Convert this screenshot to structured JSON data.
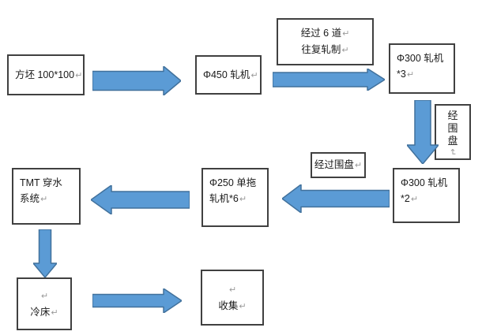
{
  "title": "Steel rolling process flowchart",
  "marks": {
    "pilcrow": "↵"
  },
  "colors": {
    "arrow_fill": "#5B9BD5",
    "arrow_border": "#41719C",
    "box_border": "#404040",
    "box_fill": "#FFFFFF",
    "text": "#1A1A1A",
    "pilcrow": "#9A9A9A",
    "background": "#FFFFFF"
  },
  "diagram": {
    "boxes": {
      "billet": {
        "lines": [
          "方坯 100*100"
        ]
      },
      "mill_450": {
        "lines": [
          "Φ450 轧机"
        ]
      },
      "pass_note": {
        "lines": [
          "经过 6 道",
          "往复轧制"
        ]
      },
      "mill_300_x3": {
        "lines": [
          "Φ300 轧机",
          "*3"
        ]
      },
      "loop_vertical": {
        "chars": [
          "经",
          "围",
          "盘"
        ]
      },
      "mill_300_x2": {
        "lines": [
          "Φ300 轧机",
          "*2"
        ]
      },
      "loop_note": {
        "lines": [
          "经过围盘"
        ]
      },
      "mill_250": {
        "lines": [
          "Φ250 单拖",
          "轧机*6"
        ]
      },
      "tmt": {
        "lines": [
          "TMT 穿水",
          "系统"
        ]
      },
      "cooling_bed": {
        "lines": [
          "冷床"
        ]
      },
      "collect": {
        "lines": [
          "收集"
        ]
      }
    },
    "flow_order": [
      "方坯 100*100",
      "Φ450 轧机",
      "Φ300 轧机 *3",
      "Φ300 轧机 *2",
      "Φ250 单拖 轧机*6",
      "TMT 穿水 系统",
      "冷床",
      "收集"
    ]
  }
}
